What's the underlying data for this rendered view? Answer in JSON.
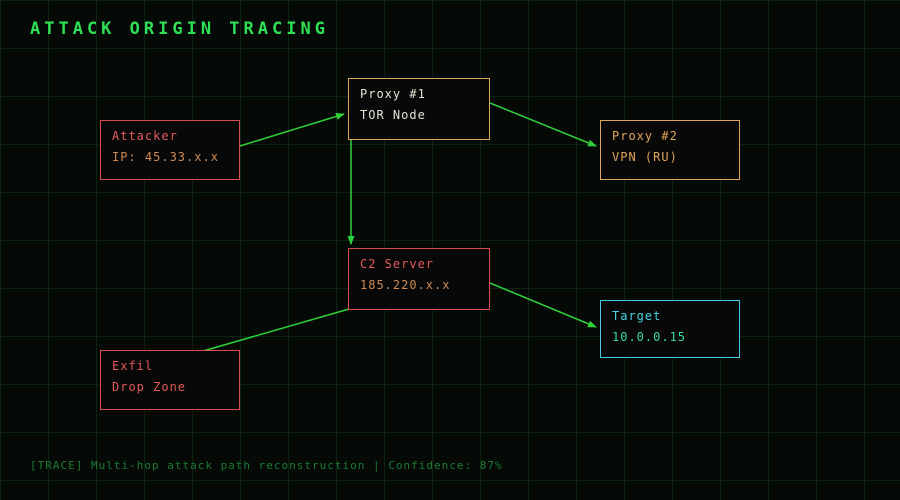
{
  "title": "ATTACK ORIGIN TRACING",
  "status_bar": "[TRACE] Multi-hop attack path reconstruction | Confidence: 87%",
  "confidence_percent": 87,
  "colors": {
    "background": "#060a06",
    "grid": "#0d2311",
    "title_green": "#2ee055",
    "arrow_green": "#2fd13a",
    "status_green": "#1d7a32",
    "node_red": "#d94f4f",
    "node_amber": "#dba55c",
    "node_cyan": "#45c8e0",
    "subtitle_orange": "#cf8a52",
    "proxy1_text": "#e3e3d2",
    "target_subtitle": "#38d89a"
  },
  "nodes": [
    {
      "id": "attacker",
      "title": "Attacker",
      "subtitle": "IP: 45.33.x.x",
      "variant": "red"
    },
    {
      "id": "proxy1",
      "title": "Proxy #1",
      "subtitle": "TOR Node",
      "variant": "amber"
    },
    {
      "id": "proxy2",
      "title": "Proxy #2",
      "subtitle": "VPN (RU)",
      "variant": "amber"
    },
    {
      "id": "c2",
      "title": "C2 Server",
      "subtitle": "185.220.x.x",
      "variant": "red"
    },
    {
      "id": "target",
      "title": "Target",
      "subtitle": "10.0.0.15",
      "variant": "cyan"
    },
    {
      "id": "exfil",
      "title": "Exfil",
      "subtitle": "Drop Zone",
      "variant": "red"
    }
  ],
  "edges": [
    {
      "from": "Attacker",
      "to": "Proxy #1"
    },
    {
      "from": "Proxy #1",
      "to": "Proxy #2"
    },
    {
      "from": "Proxy #1",
      "to": "C2 Server"
    },
    {
      "from": "C2 Server",
      "to": "Target"
    },
    {
      "from": "C2 Server",
      "to": "Exfil"
    }
  ]
}
